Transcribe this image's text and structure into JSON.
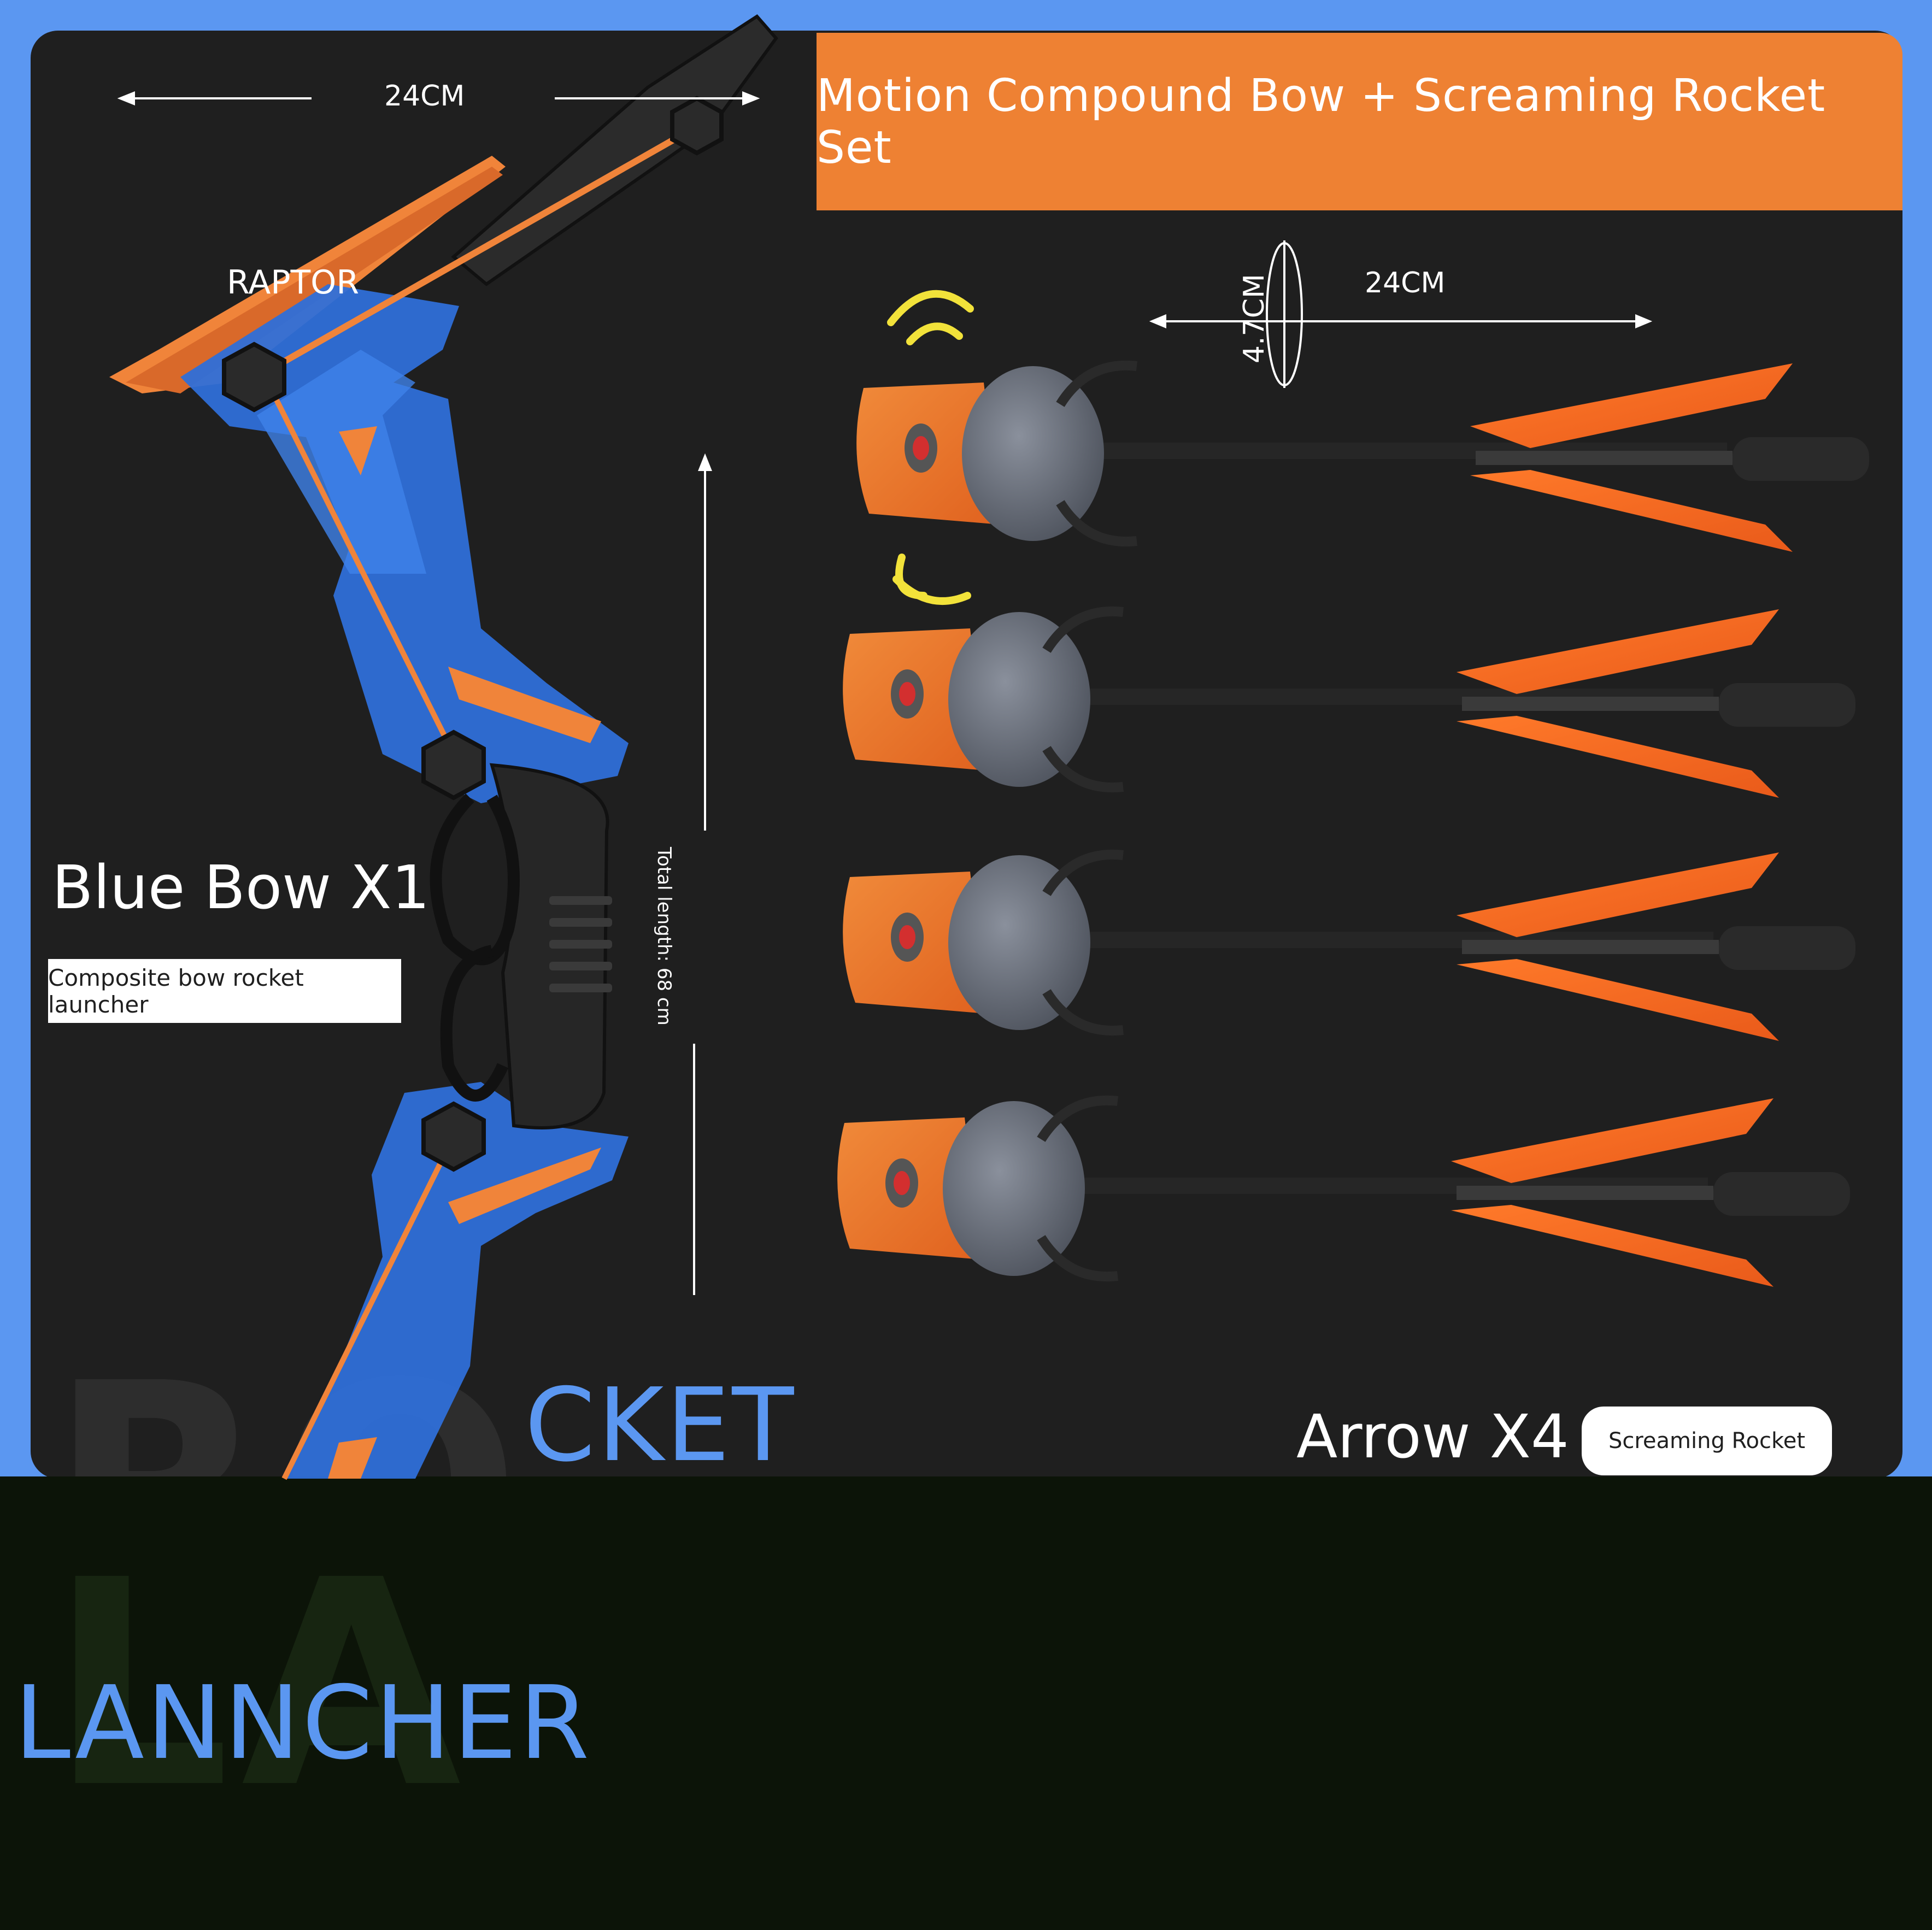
{
  "title": "Motion Compound Bow + Screaming Rocket Set",
  "bow": {
    "brand": "RAPTOR",
    "label": "Blue Bow X1",
    "sublabel": "Composite bow rocket launcher",
    "width_label": "24CM",
    "total_length_label": "Total length: 68 cm"
  },
  "arrows": {
    "label": "Arrow X4",
    "sublabel": "Screaming Rocket",
    "length_label": "24CM",
    "diameter_label": "4.7CM",
    "count": 4
  },
  "watermark": {
    "rocket": "CKET",
    "launcher": "LANNCHER"
  },
  "colors": {
    "background_blue": "#5b97f1",
    "panel_dark": "#1f1f1f",
    "accent_orange": "#ee8133",
    "bow_blue": "#2f6fd8",
    "sound_yellow": "#f2e23a"
  }
}
